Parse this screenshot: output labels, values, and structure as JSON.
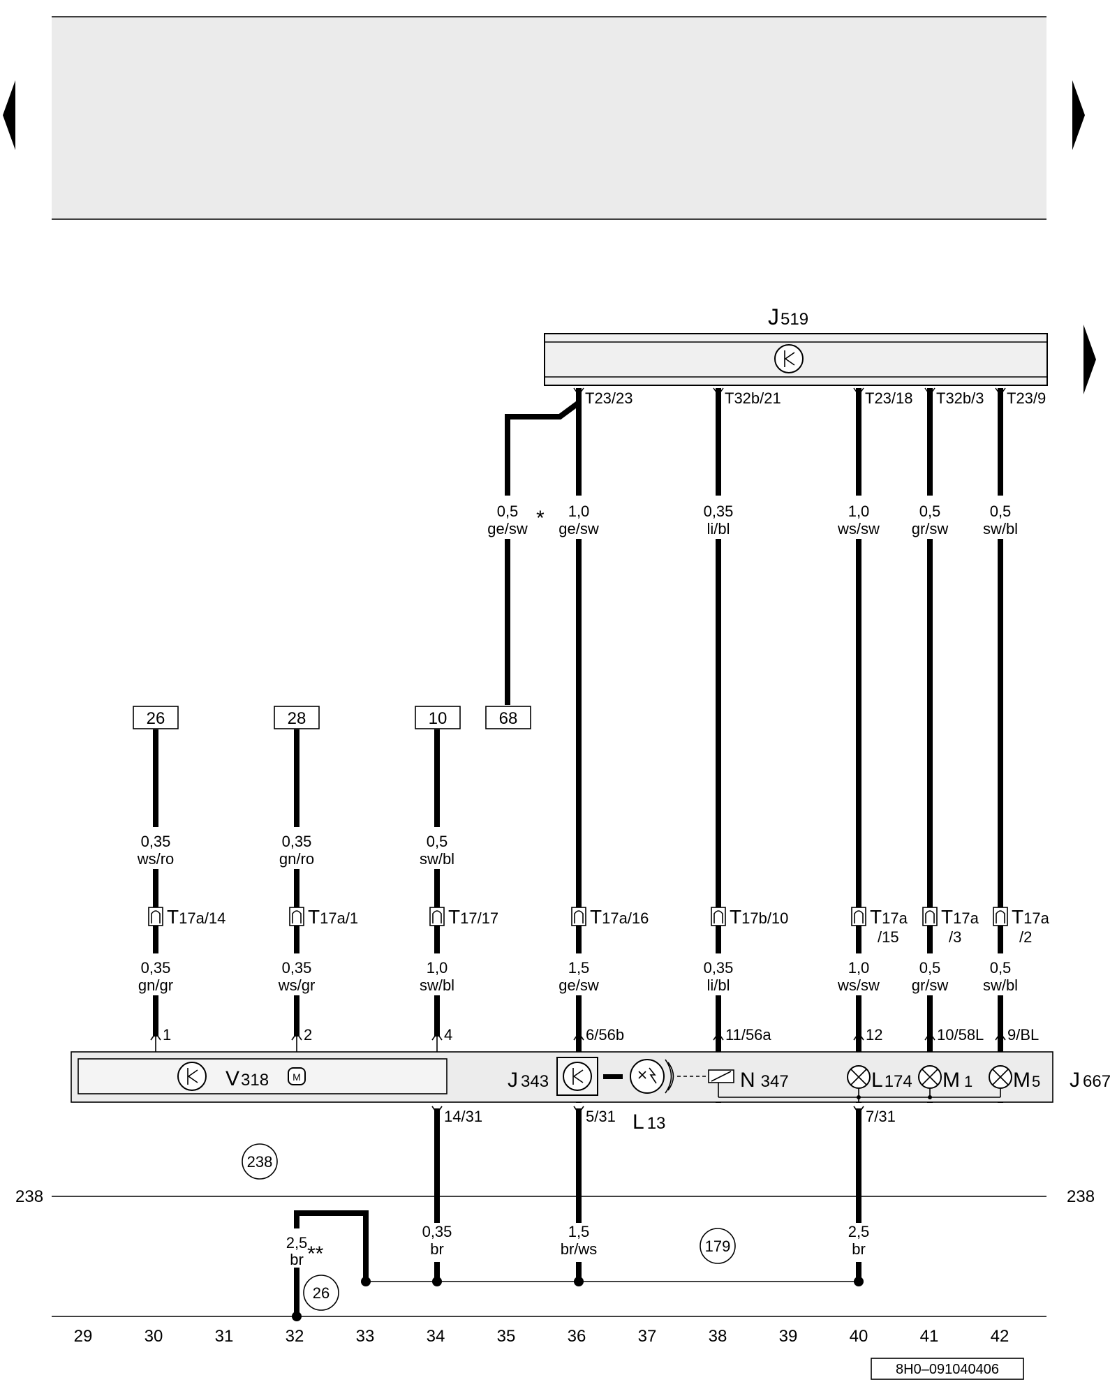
{
  "diagram": {
    "j519_label": "J",
    "j519_sub": "519",
    "top_wires": [
      {
        "term": "T23/23",
        "size": "1,0",
        "color": "ge/sw"
      },
      {
        "term": "T32b/21",
        "size": "0,35",
        "color": "li/bl"
      },
      {
        "term": "T23/18",
        "size": "1,0",
        "color": "ws/sw"
      },
      {
        "term": "T32b/3",
        "size": "0,5",
        "color": "gr/sw"
      },
      {
        "term": "T23/9",
        "size": "0,5",
        "color": "sw/bl"
      }
    ],
    "branch_wire": {
      "size": "0,5",
      "color": "ge/sw",
      "mark": "*"
    },
    "ref_boxes": [
      "26",
      "28",
      "10",
      "68"
    ],
    "left_upper": [
      {
        "size": "0,35",
        "color": "ws/ro"
      },
      {
        "size": "0,35",
        "color": "gn/ro"
      },
      {
        "size": "0,5",
        "color": "sw/bl"
      }
    ],
    "connectors": [
      {
        "a": "T",
        "b": "17a/14"
      },
      {
        "a": "T",
        "b": "17a/1"
      },
      {
        "a": "T",
        "b": "17/17"
      },
      {
        "a": "T",
        "b": "17a/16"
      },
      {
        "a": "T",
        "b": "17b/10"
      },
      {
        "a": "T",
        "b": "17a",
        "c": "/15"
      },
      {
        "a": "T",
        "b": "17a",
        "c": "/3"
      },
      {
        "a": "T",
        "b": "17a",
        "c": "/2"
      }
    ],
    "lower_wires": [
      {
        "size": "0,35",
        "color": "gn/gr"
      },
      {
        "size": "0,35",
        "color": "ws/gr"
      },
      {
        "size": "1,0",
        "color": "sw/bl"
      },
      {
        "size": "1,5",
        "color": "ge/sw"
      },
      {
        "size": "0,35",
        "color": "li/bl"
      },
      {
        "size": "1,0",
        "color": "ws/sw"
      },
      {
        "size": "0,5",
        "color": "gr/sw"
      },
      {
        "size": "0,5",
        "color": "sw/bl"
      }
    ],
    "pins_top": [
      "1",
      "2",
      "4",
      "6/56b",
      "11/56a",
      "12",
      "10/58L",
      "9/BL"
    ],
    "pins_bottom": [
      "14/31",
      "5/31",
      "7/31"
    ],
    "components": {
      "v318": "V",
      "v318_sub": "318",
      "j343": "J",
      "j343_sub": "343",
      "l13": "L",
      "l13_sub": "13",
      "n347": "N",
      "n347_sub": "347",
      "l174": "L",
      "l174_sub": "174",
      "m1": "M",
      "m1_sub": "1",
      "m5": "M",
      "m5_sub": "5",
      "j667": "J",
      "j667_sub": "667",
      "motor_glyph": "M"
    },
    "ground": {
      "line_left": "238",
      "line_right": "238",
      "circle_238": "238",
      "circle_179": "179",
      "circle_26": "26",
      "w32_size": "2,5",
      "w32_color": "br",
      "w32_mark": "**",
      "w34_size": "0,35",
      "w34_color": "br",
      "w36_size": "1,5",
      "w36_color": "br/ws",
      "w40_size": "2,5",
      "w40_color": "br"
    },
    "columns": [
      "29",
      "30",
      "31",
      "32",
      "33",
      "34",
      "35",
      "36",
      "37",
      "38",
      "39",
      "40",
      "41",
      "42"
    ],
    "doc_id": "8H0–091040406"
  }
}
